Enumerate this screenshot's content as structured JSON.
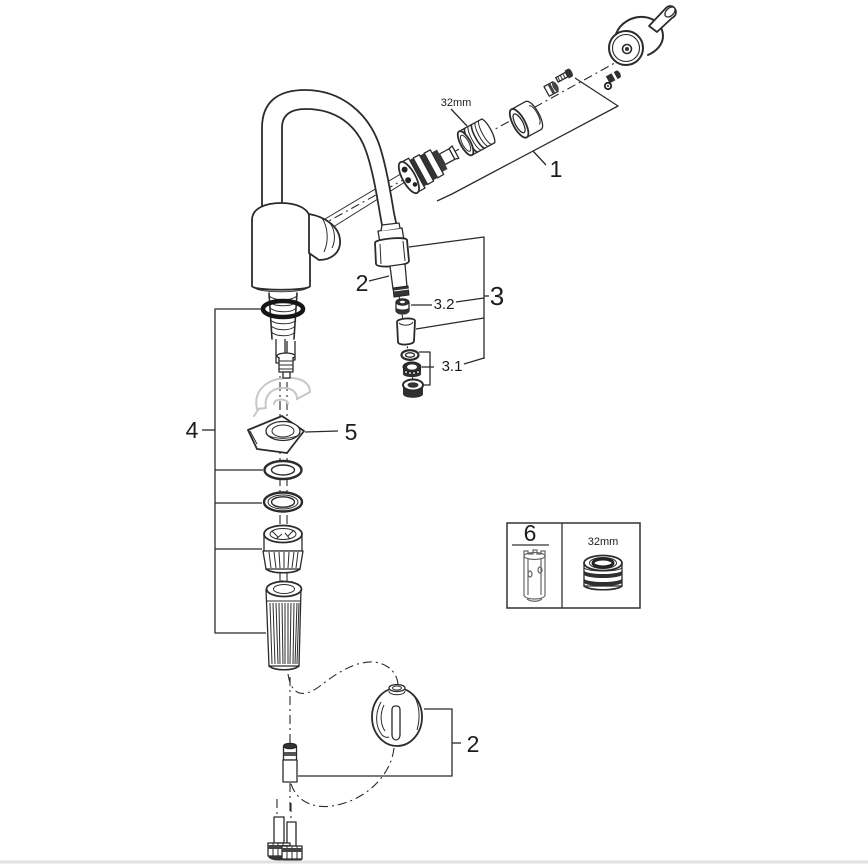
{
  "meta": {
    "background": "#ffffff",
    "line_color": "#2b2b2b",
    "ghost_color": "#c7c7c7",
    "dark_fill": "#2e2e2e",
    "divider_color": "#e2e2e2"
  },
  "callouts": {
    "group1": "1",
    "spray_head": "2",
    "group3": "3",
    "aerator_set": "3.1",
    "check_valve": "3.2",
    "mounting_set": "4",
    "stabilizer_plate": "5",
    "hose_group": "2",
    "box_item": "6",
    "cartridge_thread_size": "32mm",
    "box_ring_size": "32mm"
  }
}
